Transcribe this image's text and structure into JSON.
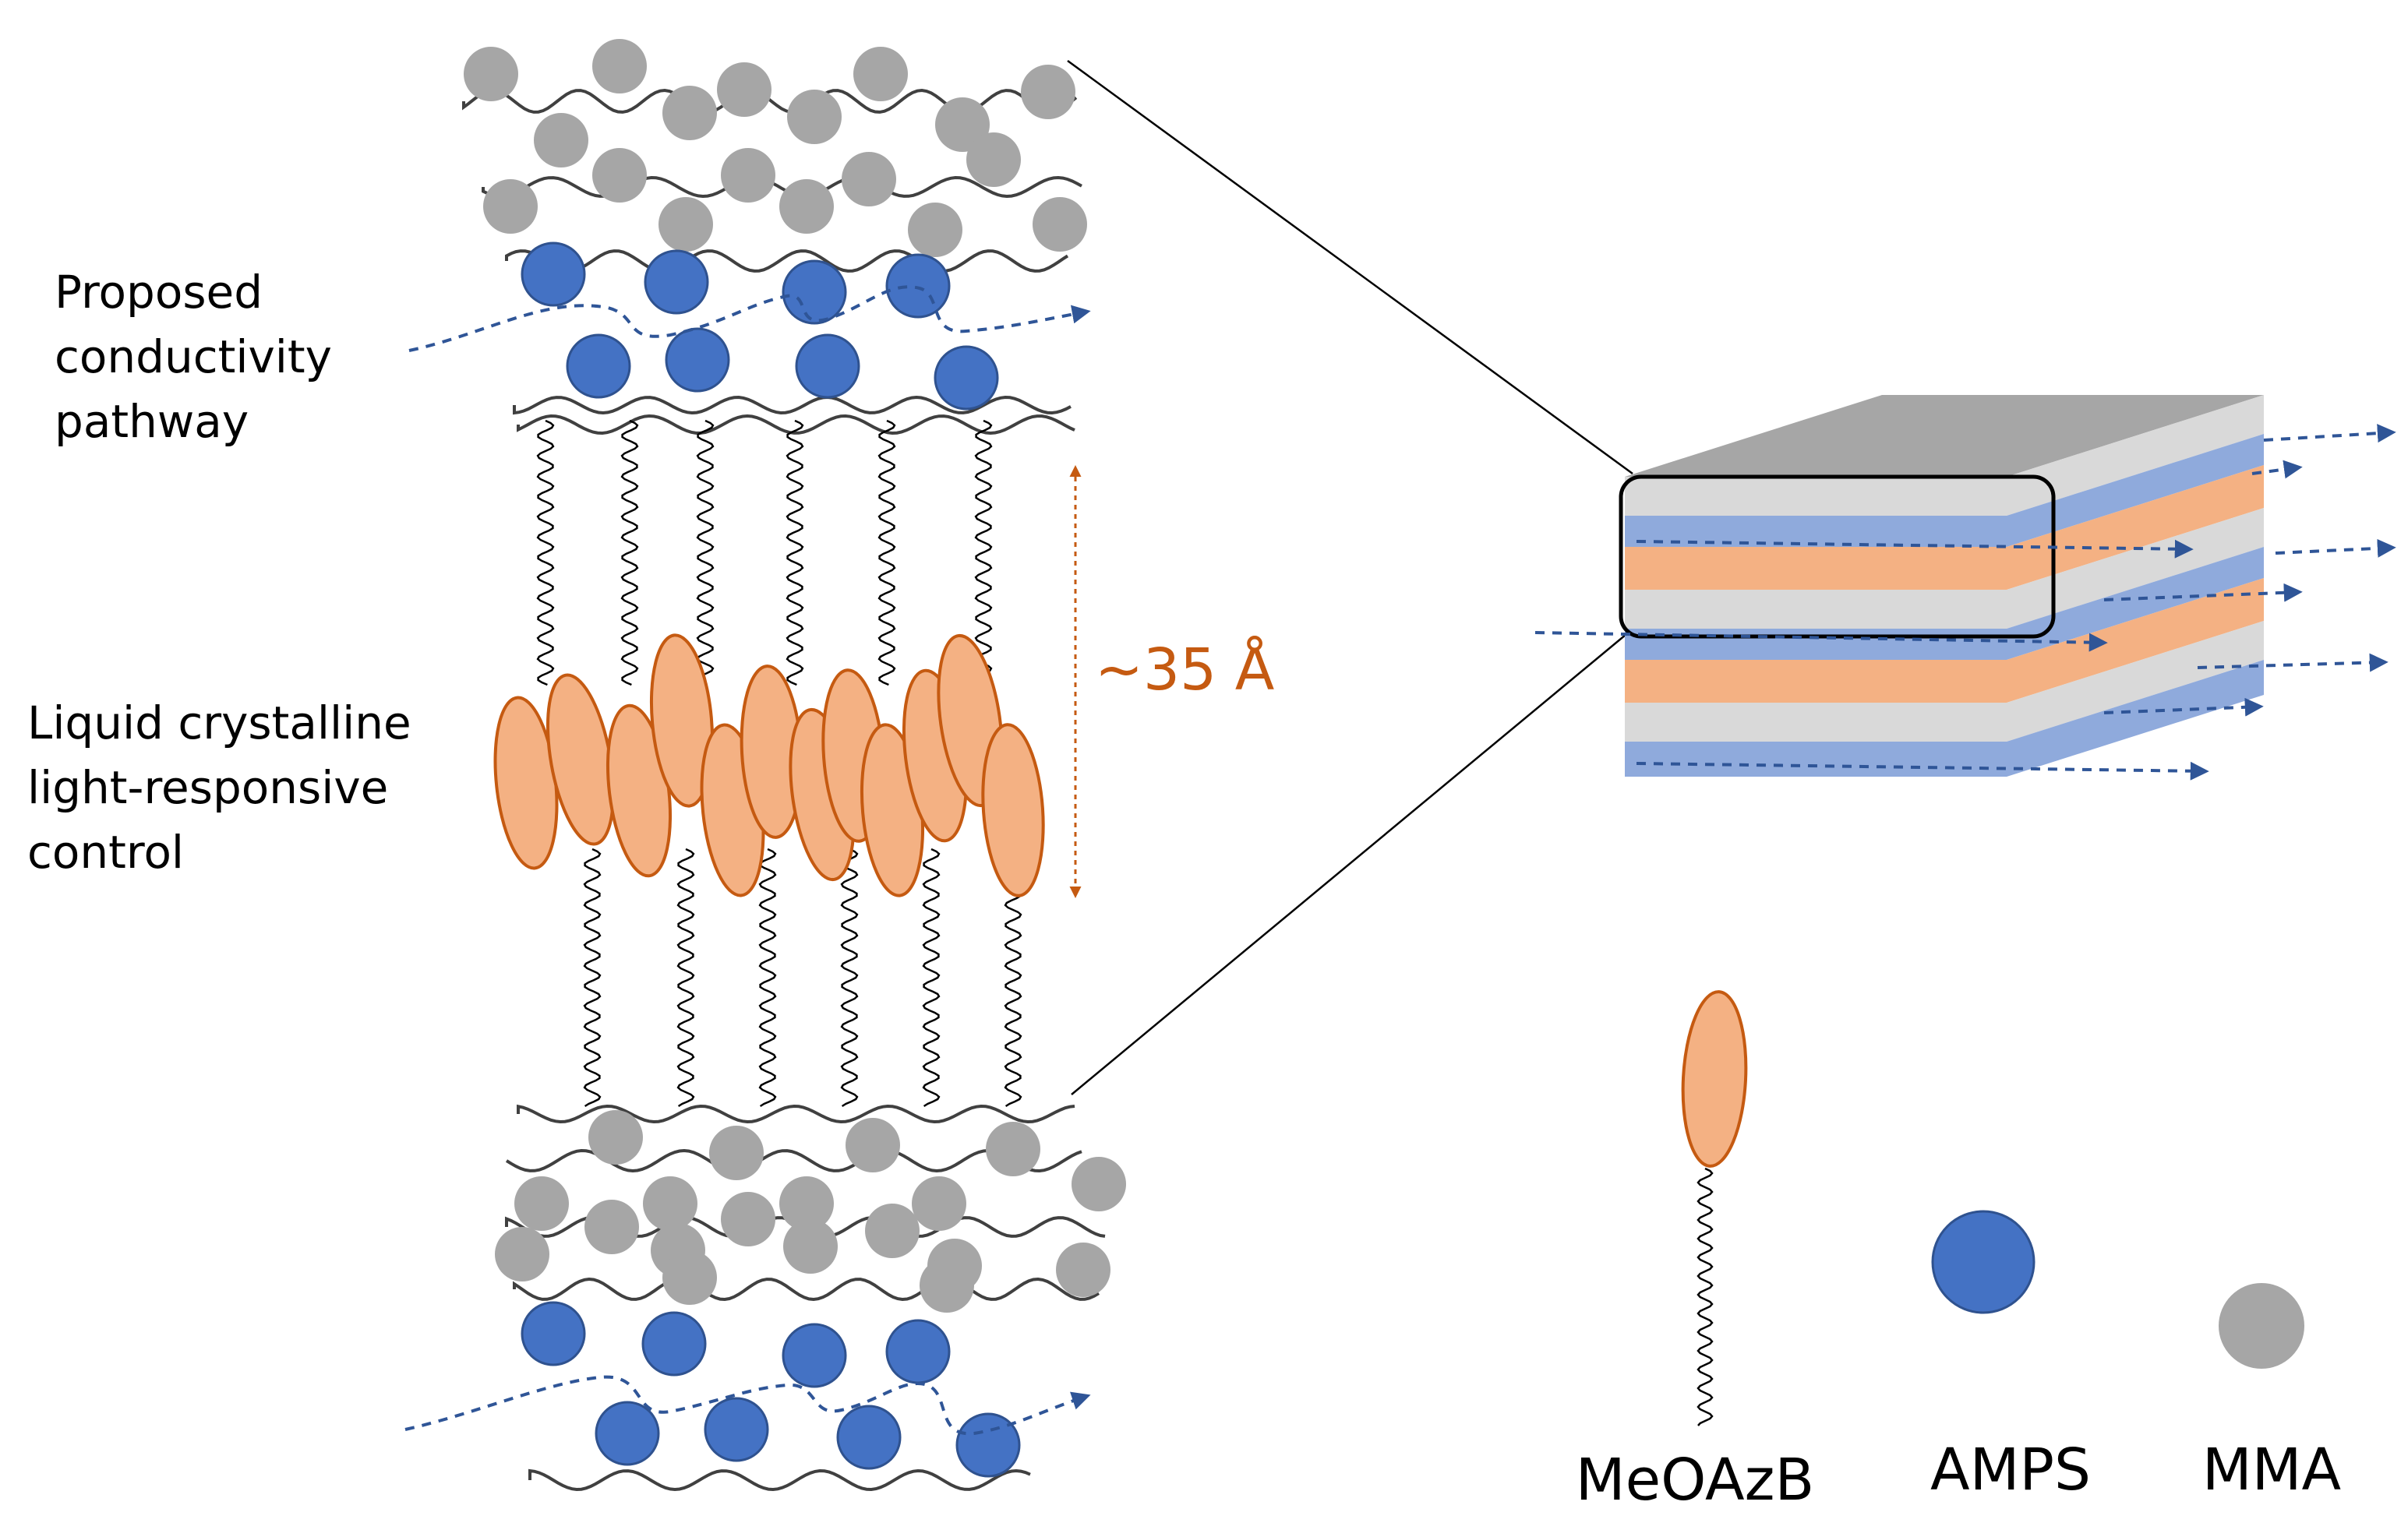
{
  "labels": {
    "conductivity": [
      "Proposed",
      "conductivity",
      "pathway"
    ],
    "liquid_crystal": [
      "Liquid crystalline",
      "light-responsive",
      "control"
    ],
    "spacing": "~35 Å"
  },
  "legend": [
    {
      "name": "MeOAzB",
      "icon": "mesogen-ellipse-with-tail"
    },
    {
      "name": "AMPS",
      "icon": "blue-circle"
    },
    {
      "name": "MMA",
      "icon": "gray-circle"
    }
  ],
  "colors": {
    "mma_gray": "#a6a6a6",
    "amps_blue": "#4472c4",
    "amps_outline": "#2f528f",
    "mesogen_fill": "#f4b183",
    "mesogen_stroke": "#c55a11",
    "spacing_color": "#c55a11",
    "pathway_arrow": "#2f5597",
    "layer_gray_top": "#a6a6a6",
    "layer_gray": "#d9d9d9",
    "layer_blue": "#8faadc",
    "layer_orange": "#f4b183"
  }
}
